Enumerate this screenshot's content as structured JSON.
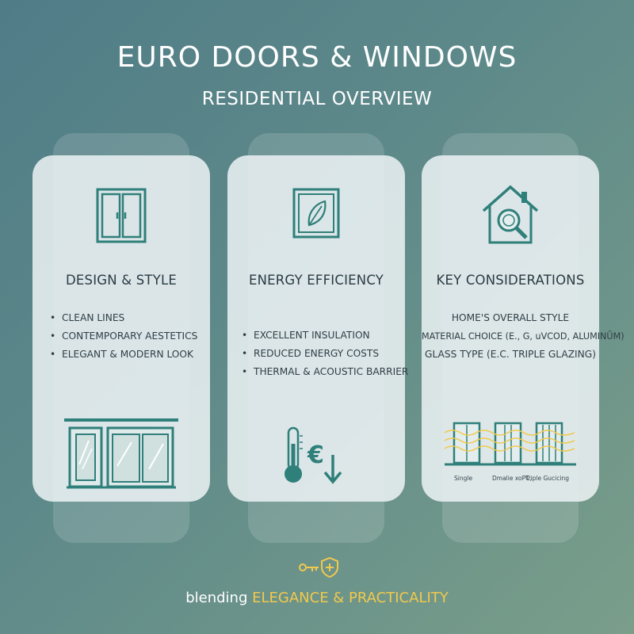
{
  "header": {
    "title": "EURO DOORS & WINDOWS",
    "subtitle": "RESIDENTIAL OVERVIEW"
  },
  "cards": [
    {
      "heading": "DESIGN & STYLE",
      "icon": "double-door-icon",
      "items": [
        "CLEAN LINES",
        "CONTEMPORARY AESTETICS",
        "ELEGANT & MODERN LOOK"
      ],
      "illustration": "window-facade-icon"
    },
    {
      "heading": "ENERGY EFFICIENCY",
      "icon": "leaf-window-icon",
      "items": [
        "EXCELLENT INSULATION",
        "REDUCED ENERGY COSTS",
        "THERMAL & ACOUSTIC BARRIER"
      ],
      "illustration": "thermometer-euro-down-icon"
    },
    {
      "heading": "KEY CONSIDERATIONS",
      "icon": "house-magnifier-icon",
      "items": [
        "HOME'S OVERALL STYLE",
        "MATERIAL CHOICE (E., G, uVCOD, ALUMINŬM)",
        "GLASS TYPE (E.C. TRIPLE GLAZING)"
      ],
      "illustration": "glazing-types-icon",
      "glazing_labels": [
        "Single",
        "Dmalie xoPC,",
        "Triple Gucicing"
      ]
    }
  ],
  "footer": {
    "prefix": "blending ",
    "accent_text": "ELEGANCE & PRACTICALITY",
    "icons": [
      "key-icon",
      "shield-plus-icon"
    ]
  },
  "colors": {
    "accent": "#f2c94c",
    "icon_teal": "#2f7f7a",
    "text_dark": "#2a3b44"
  }
}
